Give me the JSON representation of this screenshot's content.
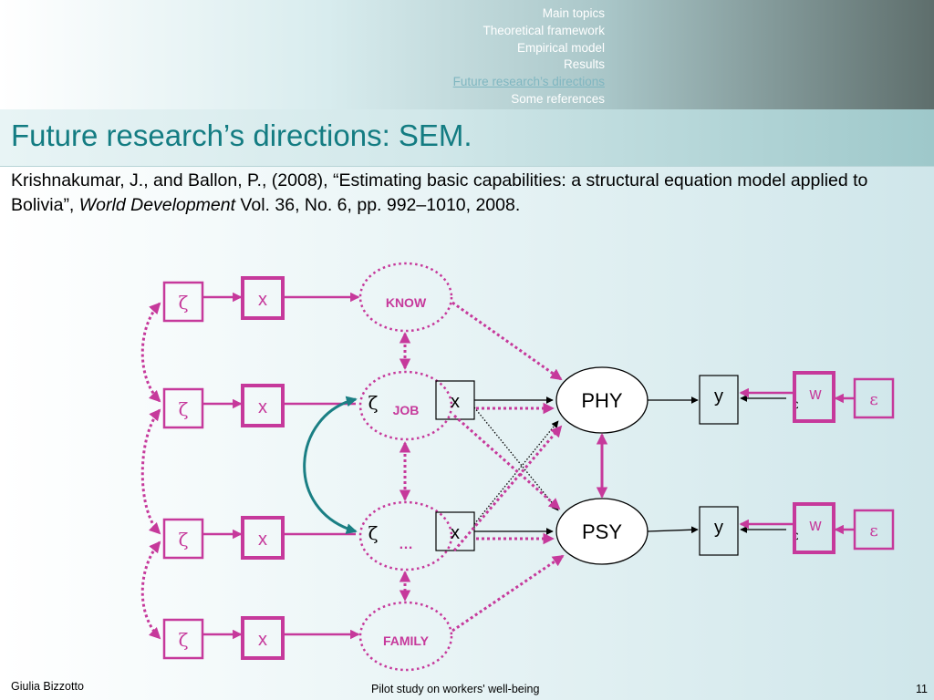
{
  "nav": {
    "items": [
      "Main topics",
      "Theoretical framework",
      "Empirical model",
      "Results",
      "Future research’s directions",
      "Some references"
    ],
    "active_index": 4
  },
  "slide": {
    "title": "Future research’s directions: SEM.",
    "citation": {
      "part1": "Krishnakumar, J., and Ballon, P., (2008), “Estimating basic capabilities: a structural equation model applied to Bolivia”, ",
      "journal": "World Development",
      "part2": " Vol. 36, No. 6, pp. 992–1010, 2008."
    }
  },
  "diagram": {
    "zeta": "ζ",
    "epsilon": "ε",
    "x": "x",
    "y": "y",
    "w": "w",
    "latent_know": "KNOW",
    "latent_job": "JOB",
    "latent_dots": "…",
    "latent_family": "FAMILY",
    "outcome_phy": "PHY",
    "outcome_psy": "PSY"
  },
  "colors": {
    "magenta": "#c6399b",
    "teal": "#1a7f84",
    "title": "#137c82"
  },
  "footer": {
    "author": "Giulia Bizzotto",
    "center": "Pilot study on workers' well-being",
    "page": "11"
  }
}
